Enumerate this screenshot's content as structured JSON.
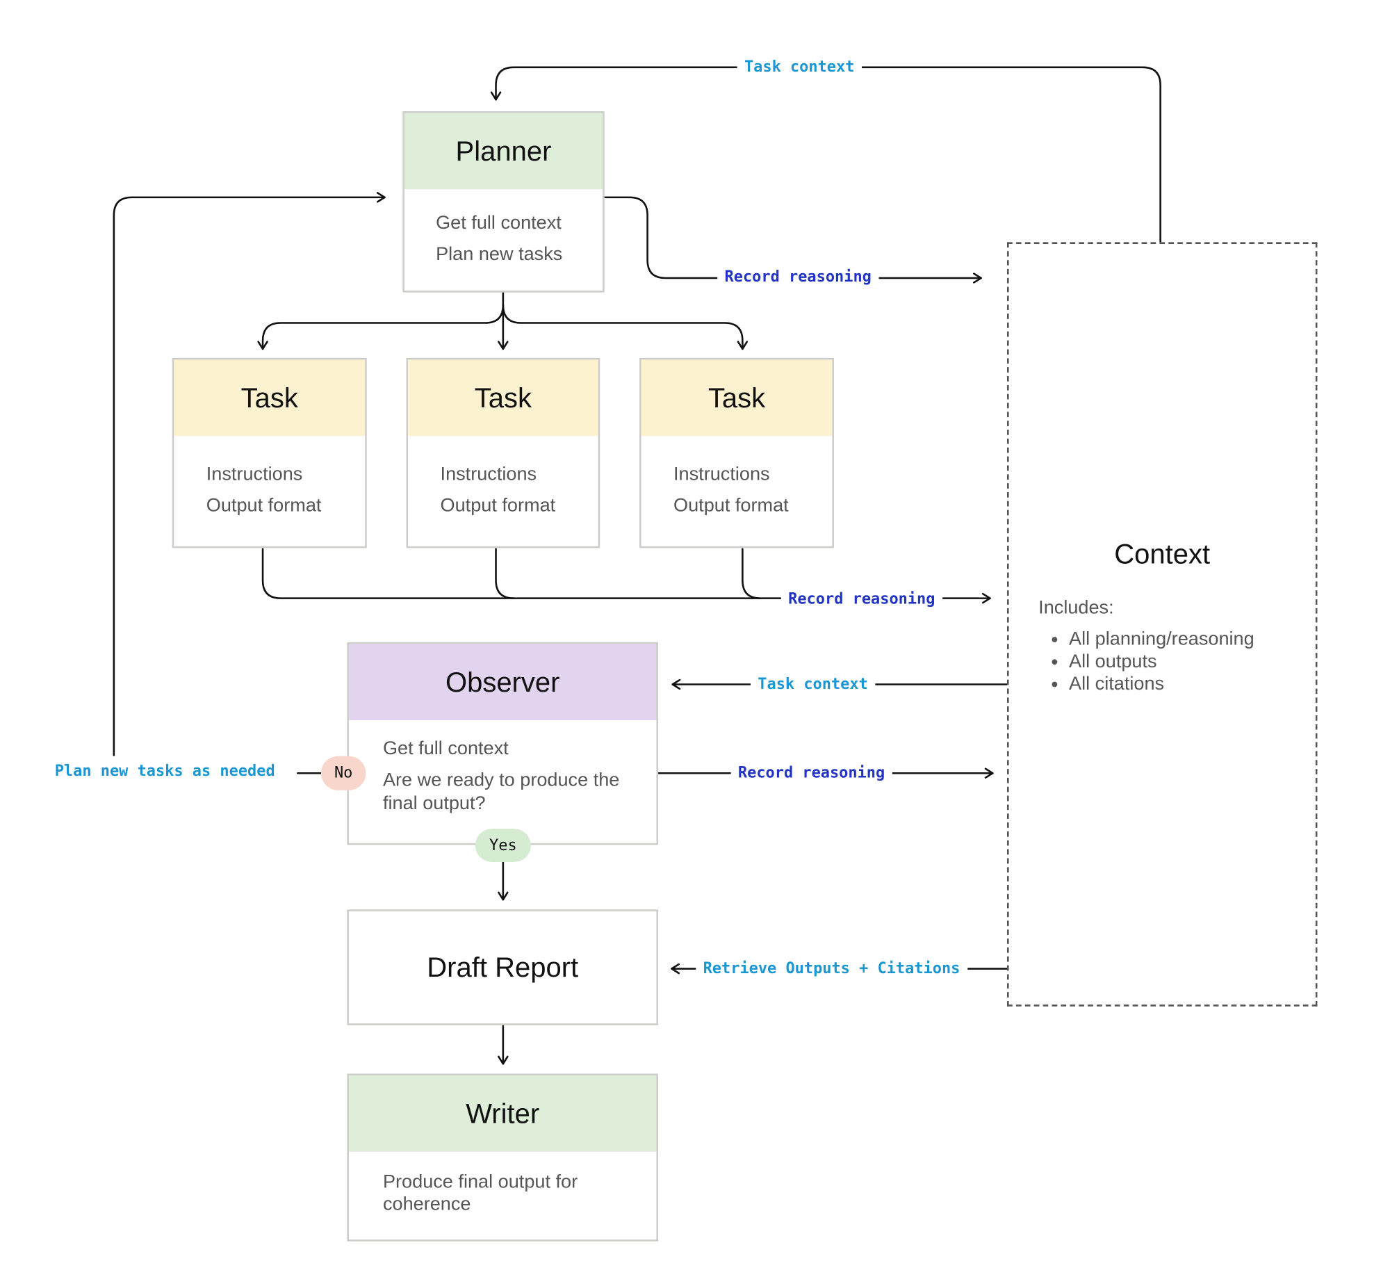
{
  "colors": {
    "green_header": "#deeed8",
    "yellow_header": "#fcf2d0",
    "purple_header": "#e2d4ee",
    "no_pill": "#f8d6cc",
    "yes_pill": "#d5ecd2",
    "label_cyan": "#1a96d2",
    "label_blue": "#2234c4"
  },
  "planner": {
    "title": "Planner",
    "lines": [
      "Get full context",
      "Plan new tasks"
    ]
  },
  "tasks": [
    {
      "title": "Task",
      "lines": [
        "Instructions",
        "Output format"
      ]
    },
    {
      "title": "Task",
      "lines": [
        "Instructions",
        "Output format"
      ]
    },
    {
      "title": "Task",
      "lines": [
        "Instructions",
        "Output format"
      ]
    }
  ],
  "observer": {
    "title": "Observer",
    "lines": [
      "Get full context",
      "Are we ready to produce the final output?"
    ]
  },
  "draft": {
    "title": "Draft Report"
  },
  "writer": {
    "title": "Writer",
    "lines": [
      "Produce final output for coherence"
    ]
  },
  "context": {
    "title": "Context",
    "subtitle": "Includes:",
    "items": [
      "All planning/reasoning",
      "All outputs",
      "All citations"
    ]
  },
  "labels": {
    "task_context_top": "Task context",
    "record_reasoning_planner": "Record reasoning",
    "record_reasoning_tasks": "Record reasoning",
    "task_context_observer": "Task context",
    "record_reasoning_observer": "Record reasoning",
    "retrieve": "Retrieve Outputs + Citations",
    "plan_new_tasks": "Plan new tasks as needed"
  },
  "pills": {
    "no": "No",
    "yes": "Yes"
  }
}
